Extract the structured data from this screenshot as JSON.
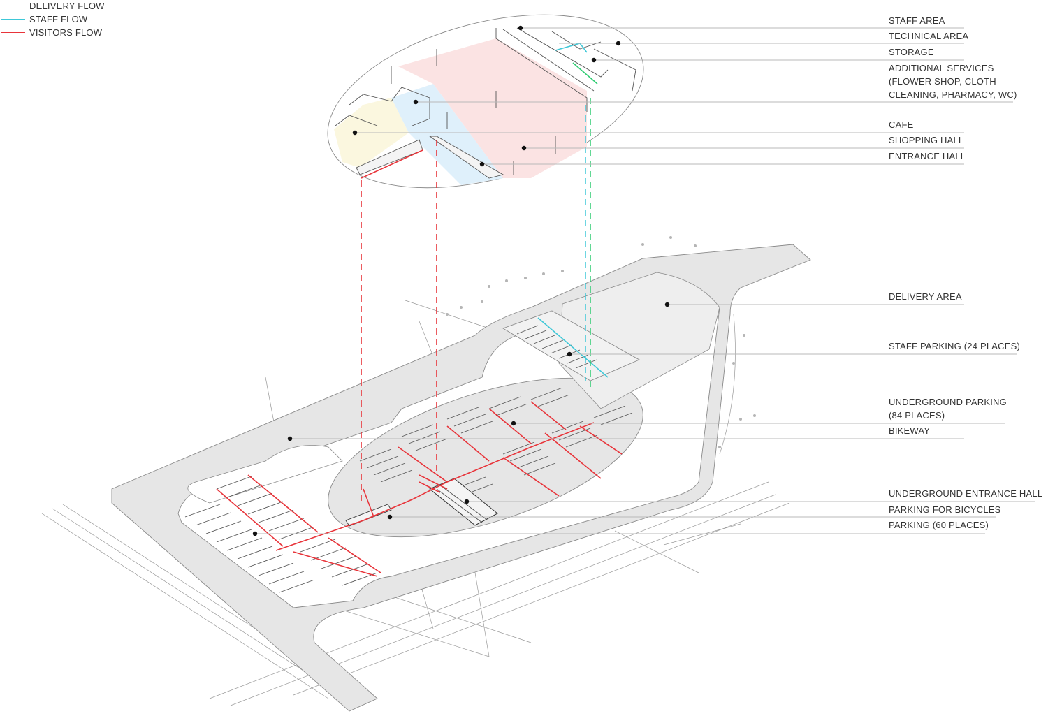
{
  "legend": [
    {
      "label": "DELIVERY FLOW",
      "color": "#2ecc71"
    },
    {
      "label": "STAFF FLOW",
      "color": "#3ec8d8"
    },
    {
      "label": "VISITORS FLOW",
      "color": "#e8343a"
    }
  ],
  "callouts": {
    "staff_area": [
      "STAFF AREA"
    ],
    "technical_area": [
      "TECHNICAL AREA"
    ],
    "storage": [
      "STORAGE"
    ],
    "additional_services": [
      "ADDITIONAL SERVICES",
      "(FLOWER SHOP, CLOTH",
      "CLEANING, PHARMACY, WC)"
    ],
    "cafe": [
      "CAFE"
    ],
    "shopping_hall": [
      "SHOPPING HALL"
    ],
    "entrance_hall": [
      "ENTRANCE HALL"
    ],
    "delivery_area": [
      "DELIVERY AREA"
    ],
    "staff_parking": [
      "STAFF PARKING (24 PLACES)"
    ],
    "underground_parking": [
      "UNDERGROUND PARKING",
      "(84 PLACES)"
    ],
    "bikeway": [
      "BIKEWAY"
    ],
    "underground_entrance_hall": [
      "UNDERGROUND ENTRANCE HALL"
    ],
    "parking_bicycles": [
      "PARKING FOR BICYCLES"
    ],
    "parking_60": [
      "PARKING (60 PLACES)"
    ]
  },
  "colors": {
    "delivery": "#2ecc71",
    "staff": "#3ec8d8",
    "visitors": "#e8343a",
    "shopping_fill": "#fbe3e3",
    "entrance_fill": "#dff0fb",
    "cafe_fill": "#fbf7df",
    "ground_fill": "#e6e6e6",
    "linework": "#8a8a8a"
  }
}
